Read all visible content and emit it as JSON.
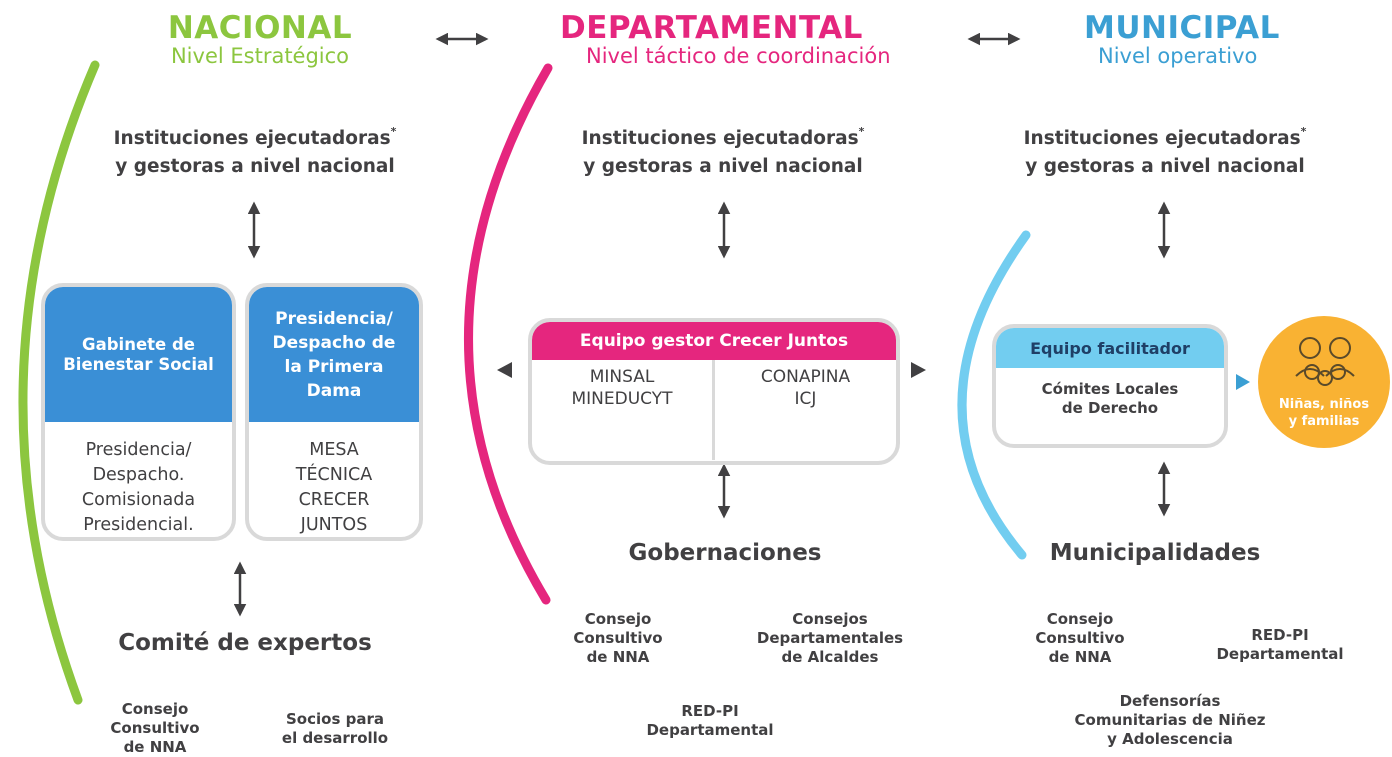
{
  "colors": {
    "nacional": "#8cc63f",
    "departamental": "#e5267e",
    "municipal": "#3b9fd3",
    "arc_municipal": "#72cdf0",
    "blue_head": "#3a8fd6",
    "yellow": "#f9b233",
    "text": "#414042",
    "border": "#d9d9d9"
  },
  "nacional": {
    "title": "NACIONAL",
    "subtitle": "Nivel Estratégico",
    "inst_line1": "Instituciones ejecutadoras",
    "inst_mark": "*",
    "inst_line2": "y gestoras a nivel nacional",
    "box1": {
      "head": "Gabinete de Bienestar Social",
      "body": "Presidencia/ Despacho. Comisionada Presidencial."
    },
    "box2": {
      "head": "Presidencia/ Despacho de la Primera Dama",
      "body": "MESA TÉCNICA CRECER JUNTOS"
    },
    "bottom_title": "Comité de expertos",
    "item1": "Consejo\nConsultivo\nde NNA",
    "item2": "Socios para\nel desarrollo"
  },
  "departamental": {
    "title": "DEPARTAMENTAL",
    "subtitle": "Nivel táctico de coordinación",
    "inst_line1": "Instituciones ejecutadoras",
    "inst_mark": "*",
    "inst_line2": "y gestoras a nivel nacional",
    "box": {
      "head": "Equipo gestor Crecer Juntos",
      "left": "MINSAL\nMINEDUCYT",
      "right": "CONAPINA\nICJ"
    },
    "bottom_title": "Gobernaciones",
    "item1": "Consejo\nConsultivo\nde NNA",
    "item2": "Consejos\nDepartamentales\nde Alcaldes",
    "item3": "RED-PI\nDepartamental"
  },
  "municipal": {
    "title": "MUNICIPAL",
    "subtitle": "Nivel operativo",
    "inst_line1": "Instituciones ejecutadoras",
    "inst_mark": "*",
    "inst_line2": "y gestoras a nivel nacional",
    "box": {
      "head": "Equipo facilitador",
      "body": "Cómites Locales\nde Derecho"
    },
    "target": "Niñas, niños\ny familias",
    "bottom_title": "Municipalidades",
    "item1": "Consejo\nConsultivo\nde NNA",
    "item2": "RED-PI\nDepartamental",
    "item3": "Defensorías\nComunitarias de Niñez\ny Adolescencia"
  }
}
